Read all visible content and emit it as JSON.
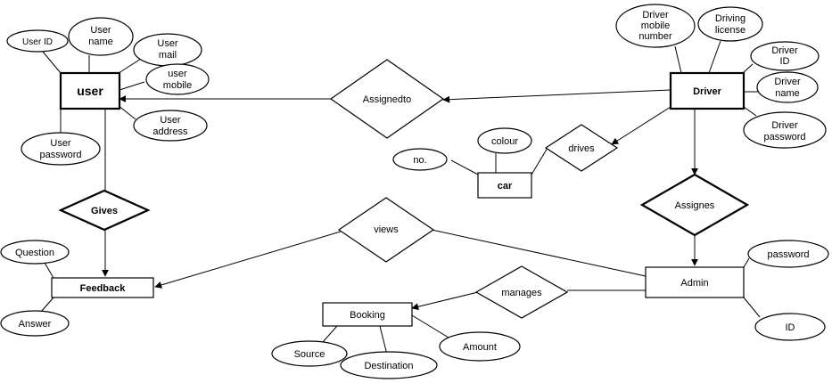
{
  "entities": {
    "user": "user",
    "driver": "Driver",
    "car": "car",
    "feedback": "Feedback",
    "admin": "Admin",
    "booking": "Booking"
  },
  "relationships": {
    "assignedto": "Assignedto",
    "drives": "drives",
    "gives": "Gives",
    "views": "views",
    "assignes": "Assignes",
    "manages": "manages"
  },
  "attributes": {
    "user_id": [
      "User ID"
    ],
    "user_name": [
      "User",
      "name"
    ],
    "user_mail": [
      "User",
      "mail"
    ],
    "user_mobile": [
      "user",
      "mobile"
    ],
    "user_address": [
      "User",
      "address"
    ],
    "user_password": [
      "User",
      "password"
    ],
    "driver_mobile": [
      "Driver",
      "mobile",
      "number"
    ],
    "driving_license": [
      "Driving",
      "license"
    ],
    "driver_id": [
      "Driver",
      "ID"
    ],
    "driver_name": [
      "Driver",
      "name"
    ],
    "driver_password": [
      "Driver",
      "password"
    ],
    "car_colour": [
      "colour"
    ],
    "car_no": [
      "no."
    ],
    "question": [
      "Question"
    ],
    "answer": [
      "Answer"
    ],
    "admin_password": [
      "password"
    ],
    "admin_id": [
      "ID"
    ],
    "source": [
      "Source"
    ],
    "destination": [
      "Destination"
    ],
    "amount": [
      "Amount"
    ]
  }
}
